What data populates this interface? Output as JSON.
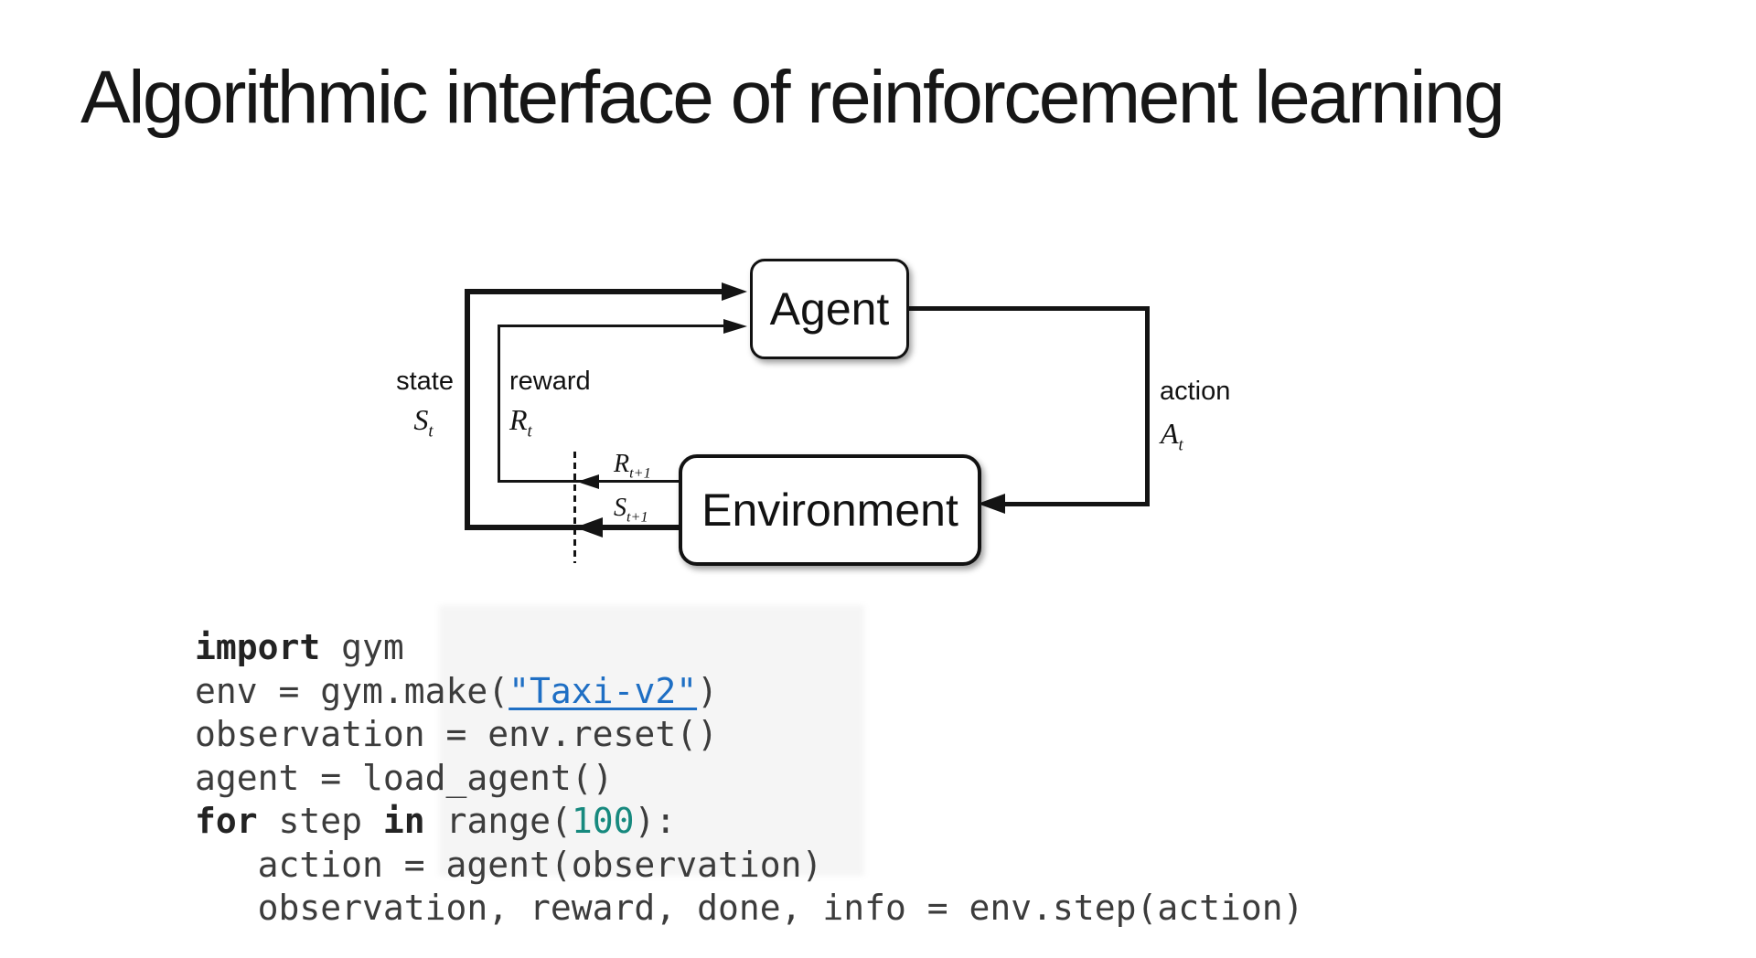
{
  "slide": {
    "title": "Algorithmic interface of reinforcement learning"
  },
  "diagram": {
    "agent_label": "Agent",
    "environment_label": "Environment",
    "state": {
      "label": "state",
      "symbol": "S",
      "sub": "t"
    },
    "reward": {
      "label": "reward",
      "symbol": "R",
      "sub": "t"
    },
    "action": {
      "label": "action",
      "symbol": "A",
      "sub": "t"
    },
    "next_reward": {
      "symbol": "R",
      "sub": "t+1"
    },
    "next_state": {
      "symbol": "S",
      "sub": "t+1"
    }
  },
  "code": {
    "text_color": "#3c3c3c",
    "keyword_color": "#232323",
    "number_color": "#17897e",
    "link_color": "#1f6fc4",
    "lines": [
      [
        {
          "t": "import",
          "s": "kw"
        },
        {
          "t": " gym",
          "s": "p"
        }
      ],
      [
        {
          "t": "env = gym.make(",
          "s": "p"
        },
        {
          "t": "\"Taxi-v2\"",
          "s": "link"
        },
        {
          "t": ")",
          "s": "p"
        }
      ],
      [
        {
          "t": "observation = env.reset()",
          "s": "p"
        }
      ],
      [
        {
          "t": "agent = load_agent()",
          "s": "p"
        }
      ],
      [
        {
          "t": "for",
          "s": "kw"
        },
        {
          "t": " step ",
          "s": "p"
        },
        {
          "t": "in",
          "s": "kw"
        },
        {
          "t": " range(",
          "s": "p"
        },
        {
          "t": "100",
          "s": "num"
        },
        {
          "t": "):",
          "s": "p"
        }
      ],
      [
        {
          "t": "   action = agent(observation)",
          "s": "p"
        }
      ],
      [
        {
          "t": "   observation, reward, done, info = env.step(action)",
          "s": "p"
        }
      ]
    ]
  }
}
